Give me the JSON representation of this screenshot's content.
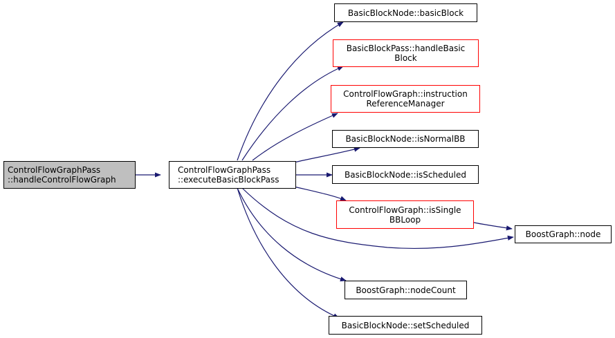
{
  "colors": {
    "edge": "#191970",
    "node_border": "#000000",
    "node_border_incomplete": "#ff0000",
    "root_fill": "#bfbfbf"
  },
  "nodes": {
    "root": {
      "line1": "ControlFlowGraphPass",
      "line2": "::handleControlFlowGraph"
    },
    "execute": {
      "line1": "ControlFlowGraphPass",
      "line2": "::executeBasicBlockPass"
    },
    "basic_block": {
      "line1": "BasicBlockNode::basicBlock"
    },
    "handle_basic_block": {
      "line1": "BasicBlockPass::handleBasic",
      "line2": "Block"
    },
    "instruction_ref_mgr": {
      "line1": "ControlFlowGraph::instruction",
      "line2": "ReferenceManager"
    },
    "is_normal_bb": {
      "line1": "BasicBlockNode::isNormalBB"
    },
    "is_scheduled": {
      "line1": "BasicBlockNode::isScheduled"
    },
    "is_single_bb_loop": {
      "line1": "ControlFlowGraph::isSingle",
      "line2": "BBLoop"
    },
    "boost_node": {
      "line1": "BoostGraph::node"
    },
    "node_count": {
      "line1": "BoostGraph::nodeCount"
    },
    "set_scheduled": {
      "line1": "BasicBlockNode::setScheduled"
    }
  }
}
